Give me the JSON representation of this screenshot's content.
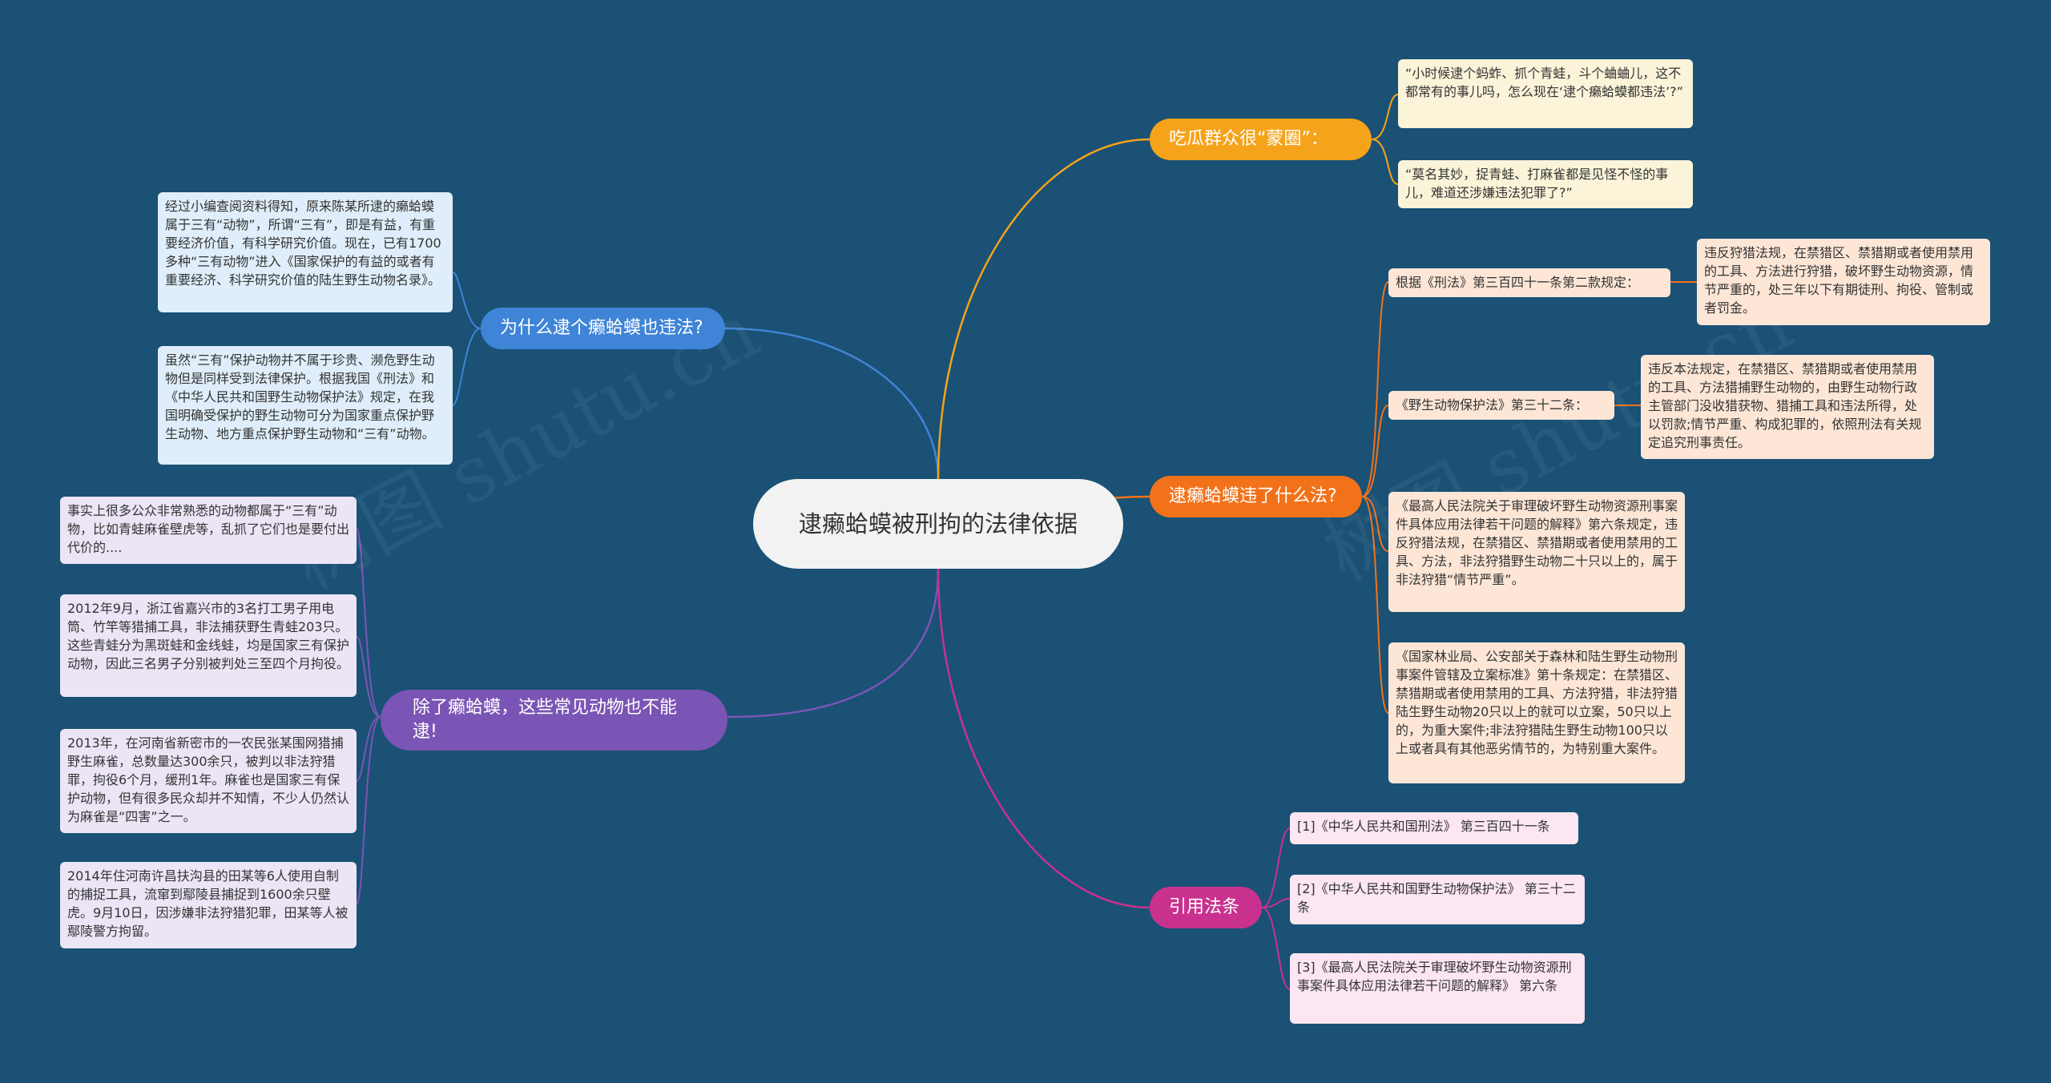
{
  "center": {
    "title": "逮癞蛤蟆被刑拘的法律依据"
  },
  "branches": {
    "why": {
      "label": "为什么逮个癞蛤蟆也违法?",
      "color": "#3f84d6",
      "leaves": [
        "经过小编查阅资料得知，原来陈某所逮的癞蛤蟆属于三有“动物”，所谓“三有”，即是有益，有重要经济价值，有科学研究价值。现在，已有1700多种“三有动物”进入《国家保护的有益的或者有重要经济、科学研究价值的陆生野生动物名录》。",
        "虽然“三有”保护动物并不属于珍贵、濒危野生动物但是同样受到法律保护。根据我国《刑法》和《中华人民共和国野生动物保护法》规定，在我国明确受保护的野生动物可分为国家重点保护野生动物、地方重点保护野生动物和“三有”动物。"
      ]
    },
    "others": {
      "label": "除了癞蛤蟆，这些常见动物也不能逮!",
      "color": "#7b55b5",
      "leaves": [
        "事实上很多公众非常熟悉的动物都属于“三有”动物，比如青蛙麻雀壁虎等，乱抓了它们也是要付出代价的....",
        "2012年9月，浙江省嘉兴市的3名打工男子用电筒、竹竿等猎捕工具，非法捕获野生青蛙203只。这些青蛙分为黑斑蛙和金线蛙，均是国家三有保护动物，因此三名男子分别被判处三至四个月拘役。",
        "2013年，在河南省新密市的一农民张某围网猎捕野生麻雀，总数量达300余只，被判以非法狩猎罪，拘役6个月，缓刑1年。麻雀也是国家三有保护动物，但有很多民众却并不知情，不少人仍然认为麻雀是“四害”之一。",
        "2014年住河南许昌扶沟县的田某等6人使用自制的捕捉工具，流窜到鄢陵县捕捉到1600余只壁虎。9月10日，因涉嫌非法狩猎犯罪，田某等人被鄢陵警方拘留。"
      ]
    },
    "crowd": {
      "label": "吃瓜群众很“蒙圈”：",
      "color": "#f5a31a",
      "leaves": [
        "“小时候逮个蚂蚱、抓个青蛙，斗个蛐蛐儿，这不都常有的事儿吗，怎么现在‘逮个癞蛤蟆都违法’?”",
        "“莫名其妙，捉青蛙、打麻雀都是见怪不怪的事儿，难道还涉嫌违法犯罪了?”"
      ]
    },
    "law": {
      "label": "逮癞蛤蟆违了什么法?",
      "color": "#f2721a",
      "subs": [
        {
          "label": "根据《刑法》第三百四十一条第二款规定：",
          "detail": "违反狩猎法规，在禁猎区、禁猎期或者使用禁用的工具、方法进行狩猎，破坏野生动物资源，情节严重的，处三年以下有期徒刑、拘役、管制或者罚金。"
        },
        {
          "label": "《野生动物保护法》第三十二条：",
          "detail": "违反本法规定，在禁猎区、禁猎期或者使用禁用的工具、方法猎捕野生动物的，由野生动物行政主管部门没收猎获物、猎捕工具和违法所得，处以罚款;情节严重、构成犯罪的，依照刑法有关规定追究刑事责任。"
        },
        {
          "label": "《最高人民法院关于审理破坏野生动物资源刑事案件具体应用法律若干问题的解释》第六条规定，违反狩猎法规，在禁猎区、禁猎期或者使用禁用的工具、方法，非法狩猎野生动物二十只以上的，属于非法狩猎“情节严重”。"
        },
        {
          "label": "《国家林业局、公安部关于森林和陆生野生动物刑事案件管辖及立案标准》第十条规定：在禁猎区、禁猎期或者使用禁用的工具、方法狩猎，非法狩猎陆生野生动物20只以上的就可以立案，50只以上的，为重大案件;非法狩猎陆生野生动物100只以上或者具有其他恶劣情节的，为特别重大案件。"
        }
      ]
    },
    "refs": {
      "label": "引用法条",
      "color": "#c9318f",
      "leaves": [
        "[1]《中华人民共和国刑法》 第三百四十一条",
        "[2]《中华人民共和国野生动物保护法》 第三十二条",
        "[3]《最高人民法院关于审理破坏野生动物资源刑事案件具体应用法律若干问题的解释》 第六条"
      ]
    }
  },
  "watermark": "树图 shutu.cn"
}
